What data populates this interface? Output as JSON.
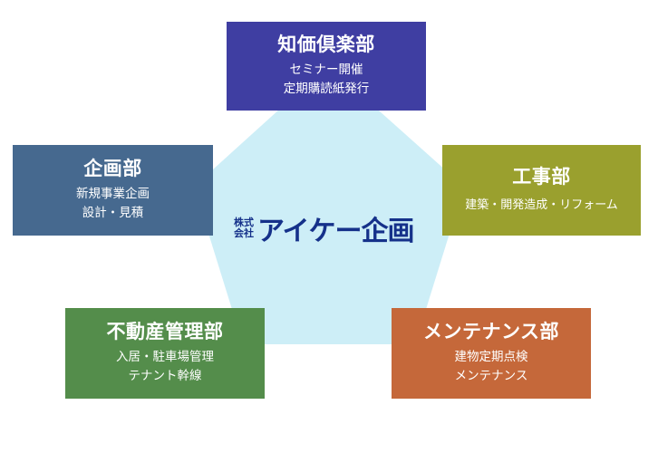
{
  "company": {
    "prefix_line1": "株式",
    "prefix_line2": "会社",
    "name": "アイケー企画"
  },
  "departments": {
    "top": {
      "title": "知価倶楽部",
      "line1": "セミナー開催",
      "line2": "定期購読紙発行"
    },
    "left": {
      "title": "企画部",
      "line1": "新規事業企画",
      "line2": "設計・見積"
    },
    "right": {
      "title": "工事部",
      "line1": "建築・開発造成・リフォーム"
    },
    "bottom_left": {
      "title": "不動産管理部",
      "line1": "入居・駐車場管理",
      "line2": "テナント幹線"
    },
    "bottom_right": {
      "title": "メンテナンス部",
      "line1": "建物定期点検",
      "line2": "メンテナンス"
    }
  },
  "colors": {
    "pentagon": "#cdeef7",
    "top": "#3f3ea2",
    "left": "#46698f",
    "right": "#9aa02e",
    "bottom_left": "#548d4b",
    "bottom_right": "#c5683a",
    "logo": "#15318a"
  }
}
